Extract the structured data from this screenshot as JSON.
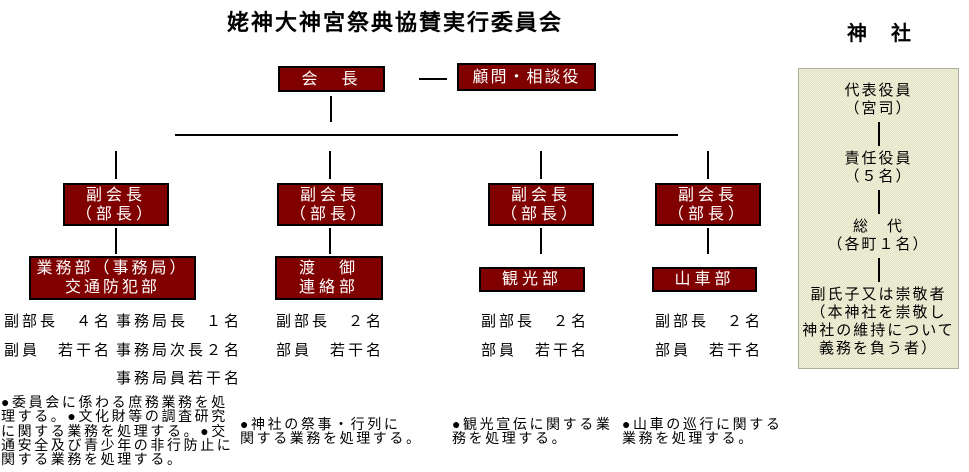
{
  "title": "姥神大神宮祭典協賛実行委員会",
  "colors": {
    "box_fill": "#800000",
    "box_border": "#000000",
    "box_text": "#ffffff",
    "connector": "#000000",
    "shrine_box_bg": "#e9e9ce"
  },
  "committee": {
    "chairman_label": "会　長",
    "advisor_label": "顧問・相談役",
    "branches": [
      {
        "vice_line1": "副会長",
        "vice_line2": "（部長）",
        "dept_line1": "業務部（事務局）",
        "dept_line2": "交通防犯部",
        "staff": {
          "r1c1": "副部長　４名",
          "r1c2": "事務局長　１名",
          "r2c1": "副員　若干名",
          "r2c2": "事務局次長２名",
          "r3c2": "事務局員若干名"
        },
        "note_lines": [
          "●委員会に係わる庶務業務を処",
          "理する。●文化財等の調査研究",
          "に関する業務を処理する。●交",
          "通安全及び青少年の非行防止に",
          "関する業務を処理する。"
        ]
      },
      {
        "vice_line1": "副会長",
        "vice_line2": "（部長）",
        "dept_line1": "渡　御",
        "dept_line2": "連絡部",
        "staff": {
          "r1c1": "副部長　２名",
          "r2c1": "部員　若干名"
        },
        "note_lines": [
          "●神社の祭事・行列に",
          "関する業務を処理する。"
        ]
      },
      {
        "vice_line1": "副会長",
        "vice_line2": "（部長）",
        "dept_line1": "観光部",
        "staff": {
          "r1c1": "副部長　２名",
          "r2c1": "部員　若干名"
        },
        "note_lines": [
          "●観光宣伝に関する業",
          "務を処理する。"
        ]
      },
      {
        "vice_line1": "副会長",
        "vice_line2": "（部長）",
        "dept_line1": "山車部",
        "staff": {
          "r1c1": "副部長　２名",
          "r2c1": "部員　若干名"
        },
        "note_lines": [
          "●山車の巡行に関する",
          "業務を処理する。"
        ]
      }
    ]
  },
  "shrine": {
    "title": "神　社",
    "levels": [
      {
        "line1": "代表役員",
        "line2": "（宮司）"
      },
      {
        "line1": "責任役員",
        "line2": "（５名）"
      },
      {
        "line1": "総　代",
        "line2": "（各町１名）"
      }
    ],
    "note_lines": [
      "副氏子又は崇敬者",
      "（本神社を崇敬し",
      "神社の維持について",
      "義務を負う者）"
    ]
  }
}
